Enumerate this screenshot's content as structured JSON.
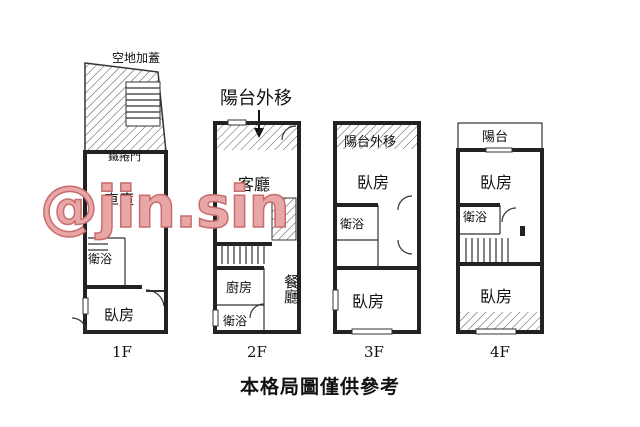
{
  "floors": {
    "f1": {
      "label": "1F",
      "extension_note": "空地加蓋",
      "gate": "鐵捲門",
      "garage": "車庫",
      "bath": "衛浴",
      "bedroom": "臥房"
    },
    "f2": {
      "label": "2F",
      "callout": "陽台外移",
      "living": "客廳",
      "kitchen": "廚房",
      "dining": "餐廳",
      "bath": "衛浴"
    },
    "f3": {
      "label": "3F",
      "balcony_note": "陽台外移",
      "bedroom_top": "臥房",
      "bath": "衛浴",
      "bedroom_bottom": "臥房"
    },
    "f4": {
      "label": "4F",
      "balcony": "陽台",
      "bedroom_top": "臥房",
      "bath": "衛浴",
      "bedroom_bottom": "臥房"
    }
  },
  "watermark": "@jin.sin",
  "footer": "本格局圖僅供參考"
}
